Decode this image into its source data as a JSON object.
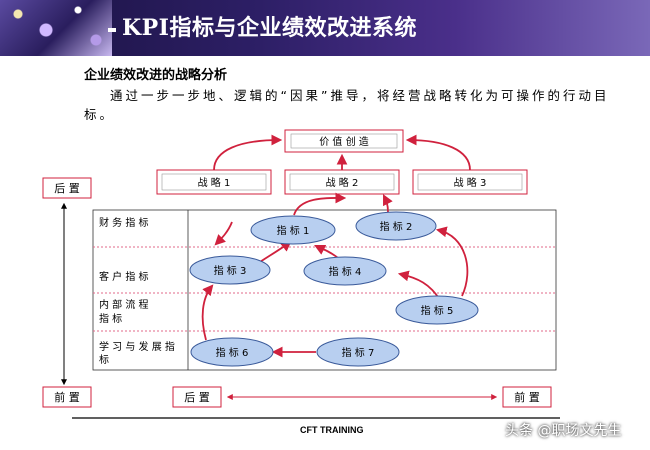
{
  "header": {
    "title": "KPI指标与企业绩效改进系统"
  },
  "subtitle": "企业绩效改进的战略分析",
  "description": "通过一步一步地、逻辑的“因果”推导，将经营战略转化为可操作的行动目标。",
  "diagram": {
    "value_creation": "价 值 创 造",
    "strategies": [
      "战 略 1",
      "战 略 2",
      "战 略 3"
    ],
    "rows": [
      "财 务 指 标",
      "客 户 指 标",
      "内 部 流 程 指 标",
      "学 习 与 发 展 指 标"
    ],
    "indicators": [
      "指 标 1",
      "指 标 2",
      "指 标 3",
      "指 标 4",
      "指 标 5",
      "指 标 6",
      "指 标 7"
    ],
    "lag_label": "后 置",
    "lead_label": "前 置",
    "bottom_lag": "后 置",
    "bottom_lead": "前 置"
  },
  "footer": {
    "training": "CFT TRAINING",
    "watermark": "头条 @职场文先生"
  },
  "colors": {
    "ellipse_fill": "#b8cff0",
    "arrow": "#d0213d",
    "box_border": "#d0213d",
    "dotted": "#e06a8a",
    "banner": "#2d1f66"
  }
}
